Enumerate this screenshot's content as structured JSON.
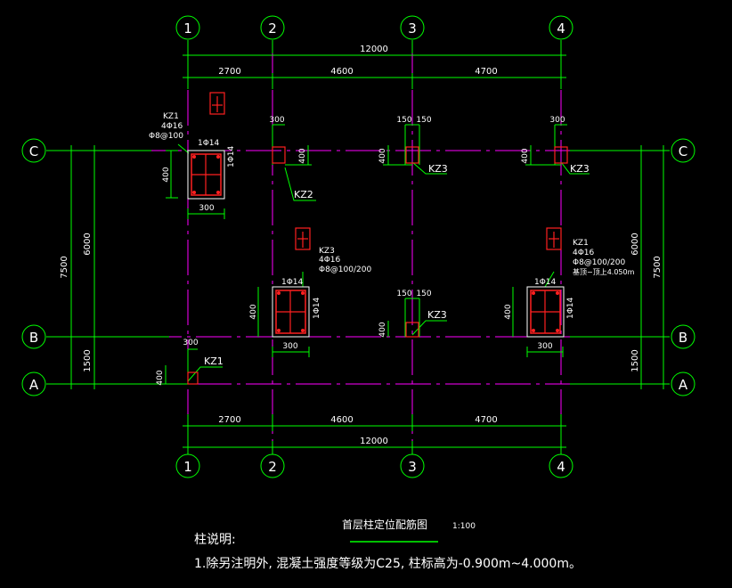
{
  "axes": {
    "numbers": [
      "1",
      "2",
      "3",
      "4"
    ],
    "letters": [
      "C",
      "B",
      "A"
    ]
  },
  "dims": {
    "total": "12000",
    "spans": [
      "2700",
      "4600",
      "4700"
    ],
    "left_outer": "7500",
    "left_inner": [
      "6000",
      "1500"
    ],
    "right_outer": "7500",
    "right_inner": [
      "6000",
      "1500"
    ]
  },
  "columns": {
    "kz1_label": "KZ1",
    "kz2_label": "KZ2",
    "kz3_label": "KZ3",
    "c1_rebar": "4Φ16",
    "c1_stirrup": "Φ8@100",
    "c1_side": "1Φ14",
    "c1_w": "300",
    "c1_h": "400",
    "c2_rebar": "4Φ16",
    "c2_stirrup": "Φ8@100/200",
    "c3_rebar": "4Φ16",
    "c3_stirrup": "Φ8@100/200",
    "c3_elev": "基顶−顶上4.050m",
    "dim_300": "300",
    "dim_400": "400",
    "dim_150": "150"
  },
  "title": {
    "main": "首层柱定位配筋图",
    "scale": "1:100"
  },
  "notes": {
    "heading": "柱说明:",
    "line1": "1.除另注明外, 混凝土强度等级为C25, 柱标高为-0.900m~4.000m。"
  },
  "colors": {
    "axis": "#ff00ff",
    "dim": "#00ff00",
    "column": "#ffffff",
    "rebar": "#ff2020",
    "label": "#ffffff",
    "marker": "#ff2020"
  }
}
